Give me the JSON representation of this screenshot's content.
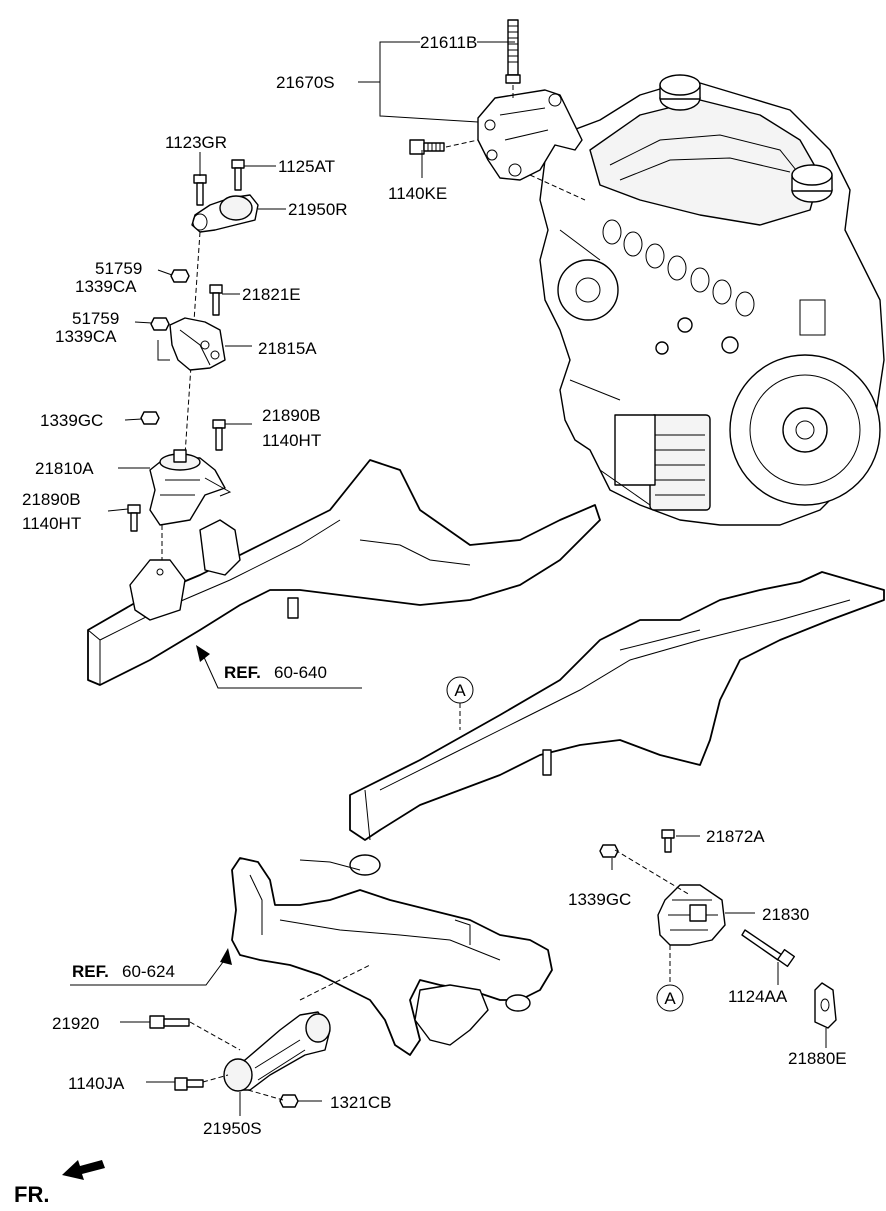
{
  "labels": {
    "l21611B": "21611B",
    "l21670S": "21670S",
    "l1140KE": "1140KE",
    "l1123GR": "1123GR",
    "l1125AT": "1125AT",
    "l21950R": "21950R",
    "l51759a": "51759",
    "l1339CAa": "1339CA",
    "l21821E": "21821E",
    "l51759b": "51759",
    "l1339CAb": "1339CA",
    "l21815A": "21815A",
    "l1339GCa": "1339GC",
    "l21890Ba": "21890B",
    "l1140HTa": "1140HT",
    "l21810A": "21810A",
    "l21890Bb": "21890B",
    "l1140HTb": "1140HT",
    "ref1_bold": "REF.",
    "ref1_num": "60-640",
    "markerA1": "A",
    "l21872A": "21872A",
    "l1339GCb": "1339GC",
    "l21830": "21830",
    "markerA2": "A",
    "l1124AA": "1124AA",
    "l21880E": "21880E",
    "ref2_bold": "REF.",
    "ref2_num": "60-624",
    "l21920": "21920",
    "l1140JA": "1140JA",
    "l1321CB": "1321CB",
    "l21950S": "21950S",
    "fr": "FR."
  }
}
